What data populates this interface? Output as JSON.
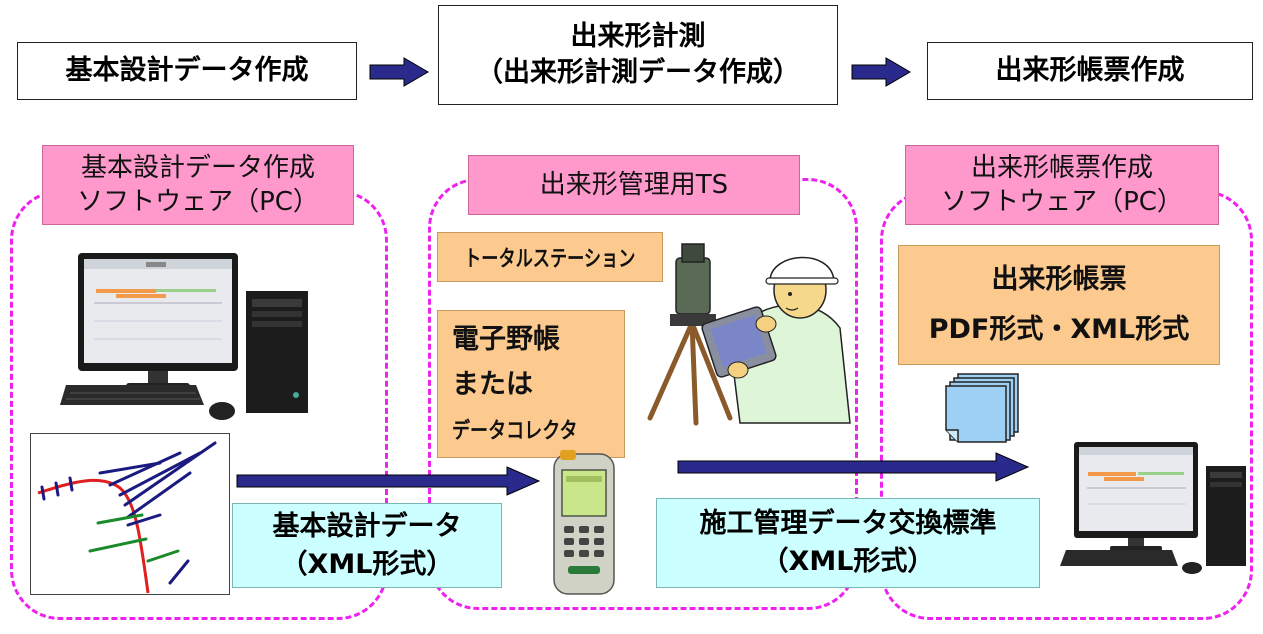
{
  "flow": {
    "step1": "基本設計データ作成",
    "step2_line1": "出来形計測",
    "step2_line2": "（出来形計測データ作成）",
    "step3": "出来形帳票作成"
  },
  "zones": {
    "design_pc": {
      "label_line1": "基本設計データ作成",
      "label_line2": "ソフトウェア（PC）"
    },
    "ts": {
      "label": "出来形管理用TS"
    },
    "report_pc": {
      "label_line1": "出来形帳票作成",
      "label_line2": "ソフトウェア（PC）"
    }
  },
  "boxes": {
    "total_station": "トータルステーション",
    "field_book_line1": "電子野帳",
    "field_book_line2": "または",
    "field_book_line3": "データコレクタ",
    "report_line1": "出来形帳票",
    "report_line2": "PDF形式・XML形式",
    "design_data_line1": "基本設計データ",
    "design_data_line2": "（XML形式）",
    "exchange_line1": "施工管理データ交換標準",
    "exchange_line2": "（XML形式）"
  },
  "colors": {
    "zone_border": "#ee22ee",
    "pink_label": "#ff99cc",
    "peach_box": "#fcc98e",
    "cyan_box": "#ccffff",
    "arrow": "#2a2a8c"
  }
}
